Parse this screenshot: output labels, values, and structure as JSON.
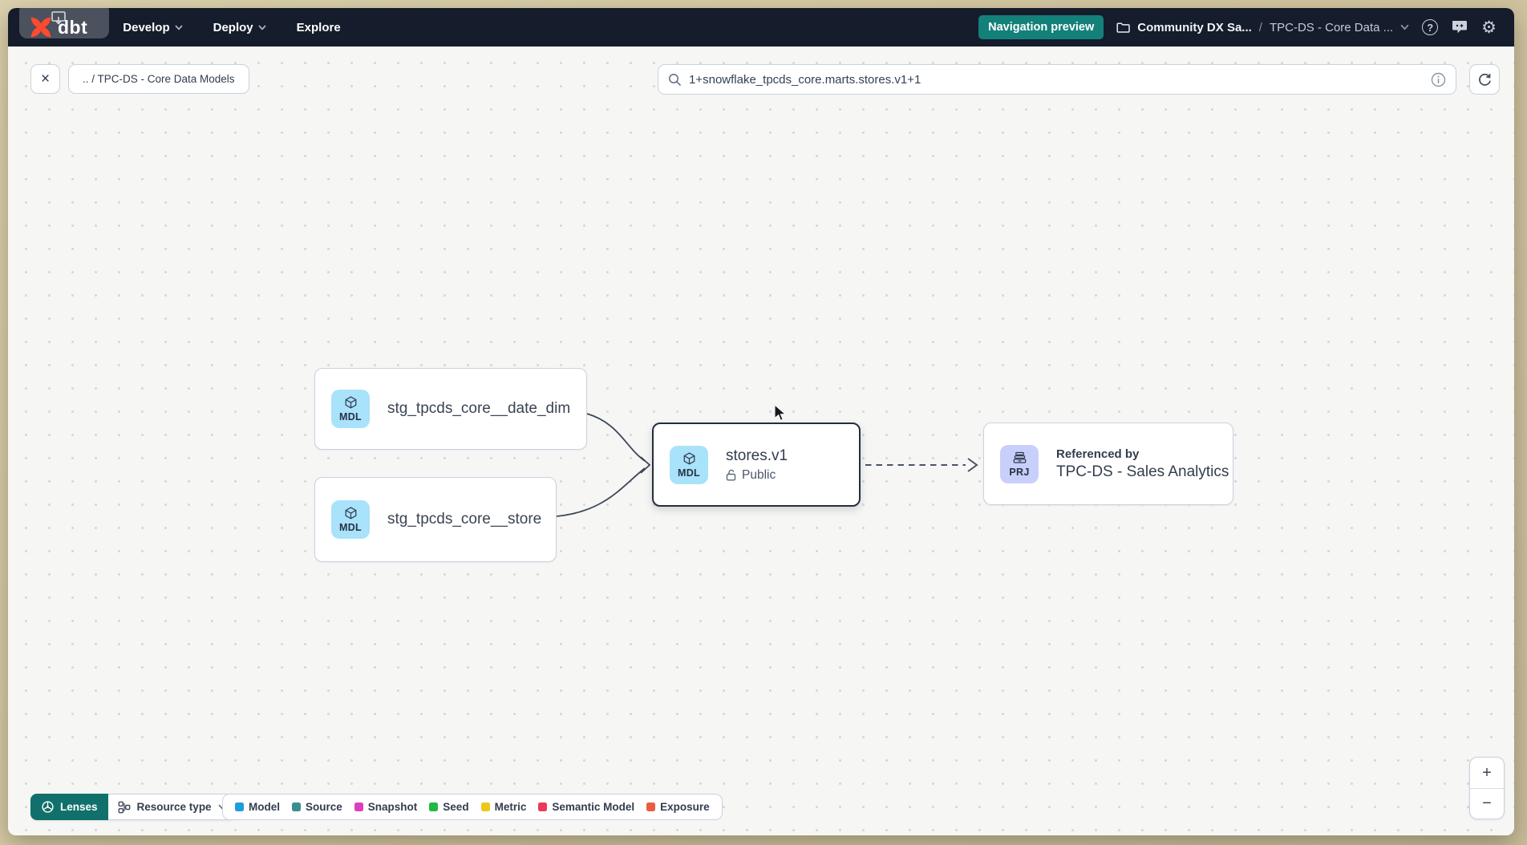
{
  "navbar": {
    "brand": "dbt",
    "menu": [
      {
        "label": "Develop"
      },
      {
        "label": "Deploy"
      },
      {
        "label": "Explore"
      }
    ],
    "preview_badge": "Navigation preview",
    "breadcrumb": {
      "account": "Community DX Sa...",
      "separator": "/",
      "project": "TPC-DS - Core Data ..."
    }
  },
  "toolbar": {
    "breadcrumb_chip": ".. / TPC-DS - Core Data Models",
    "search_value": "1+snowflake_tpcds_core.marts.stores.v1+1"
  },
  "graph": {
    "nodes": [
      {
        "badge": "MDL",
        "label": "stg_tpcds_core__date_dim"
      },
      {
        "badge": "MDL",
        "label": "stg_tpcds_core__store"
      },
      {
        "badge": "MDL",
        "label": "stores.v1",
        "access": "Public"
      },
      {
        "badge": "PRJ",
        "kicker": "Referenced by",
        "label": "TPC-DS - Sales Analytics"
      }
    ]
  },
  "footer": {
    "lenses_label": "Lenses",
    "resource_type_label": "Resource type",
    "legend": [
      {
        "label": "Model",
        "color": "#1d9ce0"
      },
      {
        "label": "Source",
        "color": "#3c8d8d"
      },
      {
        "label": "Snapshot",
        "color": "#dd3ec0"
      },
      {
        "label": "Seed",
        "color": "#21b843"
      },
      {
        "label": "Metric",
        "color": "#eec71c"
      },
      {
        "label": "Semantic Model",
        "color": "#e93a57"
      },
      {
        "label": "Exposure",
        "color": "#ea5c41"
      }
    ]
  },
  "zoom": {
    "zoom_in": "+",
    "zoom_out": "−"
  },
  "icons": {
    "close_glyph": "×",
    "help_glyph": "?",
    "gear_glyph": "⚙"
  },
  "colors": {
    "accent_teal": "#14807a",
    "lenses_teal": "#11706b",
    "navbar_bg": "#151c2b",
    "model_badge_bg": "#a9e2fb",
    "project_badge_bg": "#c9cffb",
    "selected_border": "#232e3e",
    "brand_orange": "#ff4a2e"
  }
}
